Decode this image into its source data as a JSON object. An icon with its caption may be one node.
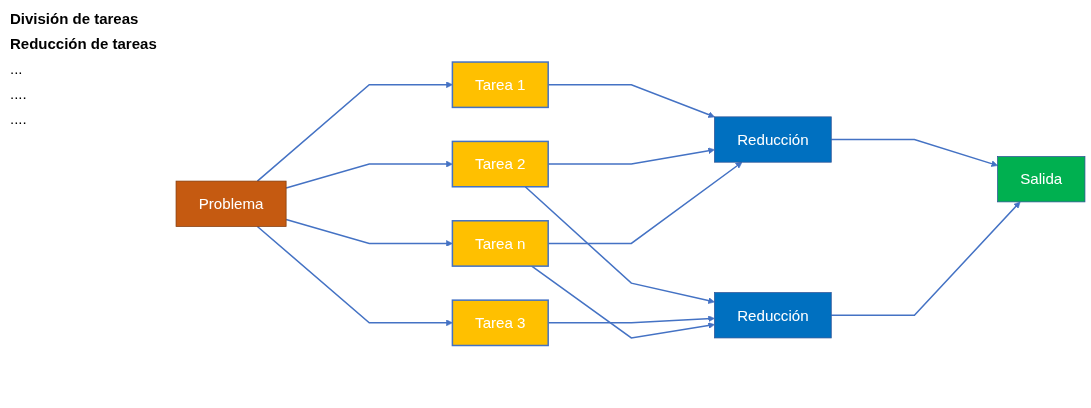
{
  "diagram": {
    "nodes": [
      {
        "text": [
          "Problema"
        ]
      },
      {
        "text": [
          "Tarea 1"
        ]
      },
      {
        "text": [
          "Tarea 2"
        ]
      },
      {
        "text": [
          "Tarea 3"
        ]
      },
      {
        "text": [
          "Tarea n"
        ]
      },
      {
        "text": [
          "Reducción"
        ]
      },
      {
        "text": [
          "Reducción"
        ]
      },
      {
        "text": [
          "Salida"
        ]
      }
    ],
    "edges": [
      {
        "from": 0,
        "to": 1,
        "arrow": "to"
      },
      {
        "from": 0,
        "to": 2,
        "arrow": "to"
      },
      {
        "from": 0,
        "to": 3,
        "arrow": "to"
      },
      {
        "from": 0,
        "to": 4,
        "arrow": "to"
      },
      {
        "from": 1,
        "to": 5,
        "arrow": "to"
      },
      {
        "from": 2,
        "to": 5,
        "arrow": "to"
      },
      {
        "from": 2,
        "to": 6,
        "arrow": "to"
      },
      {
        "from": 3,
        "to": 6,
        "arrow": "to"
      },
      {
        "from": 4,
        "to": 5,
        "arrow": "to"
      },
      {
        "from": 4,
        "to": 6,
        "arrow": "to"
      },
      {
        "from": 5,
        "to": 7,
        "arrow": "to"
      },
      {
        "from": 6,
        "to": 7,
        "arrow": "to"
      }
    ],
    "labels": [
      "División de tareas",
      "Reducción de tareas",
      "...",
      "....",
      "...."
    ]
  }
}
